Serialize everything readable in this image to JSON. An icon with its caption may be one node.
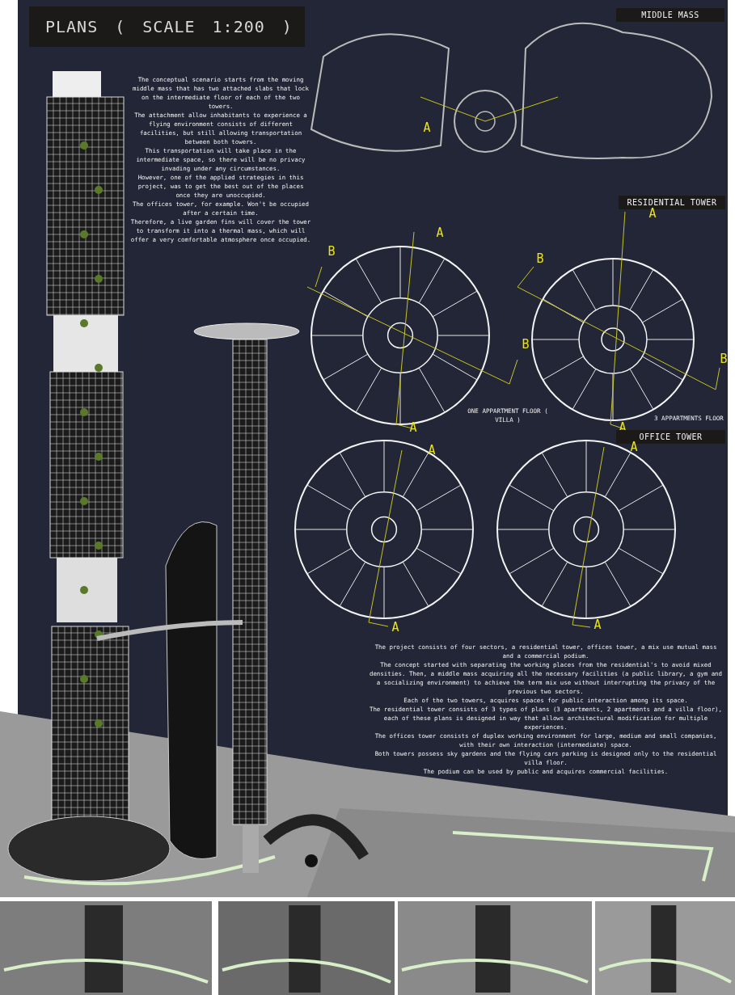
{
  "diagram": {
    "title": "PLANS ( SCALE 1:200 )",
    "labels": [
      "MIDDLE MASS",
      "The conceptual scenario starts from the moving middle mass that has two attached slabs that lock on the intermediate floor of each of the two towers.",
      "The attachment allow inhabitants to experience a flying environment consists of different facilities, but still allowing transportation between both towers.",
      "This transportation will take place in the intermediate space, so there will be no privacy invading under any circumstances.",
      "However, one of the applied strategies in this project, was to get the best out of the places once they are unoccupied.",
      "The offices tower, for example. Won't be occupied after a certain time.",
      "Therefore, a live garden fins will cover the tower to transform it into a thermal mass, which will offer a very comfortable atmosphere once occupied.",
      "A",
      "RESIDENTIAL TOWER",
      "A",
      "A",
      "B",
      "B",
      "B",
      "B",
      "3 APPARTMENTS FLOOR",
      "ONE APPARTMENT FLOOR ( VILLA )",
      "A",
      "A",
      "OFFICE TOWER",
      "A",
      "A",
      "A",
      "A",
      "The project consists of four sectors, a residential tower, offices tower, a mix use mutual mass and a commercial podium.",
      "The concept started with separating the working places from the residential's to avoid mixed densities. Then, a middle mass acquiring all the necessary facilities (a public library, a gym and a socializing environment) to achieve the term mix use without interrupting the privacy of the previous two sectors.",
      "Each of the two towers, acquires spaces for public interaction among its space.",
      "The residential tower consists of 3 types of plans (3 apartments, 2 apartments and a villa floor), each of these plans is designed in way that allows architectural modification for multiple experiences.",
      "The offices tower consists of duplex working environment for large, medium and small companies, with their own interaction (intermediate) space.",
      "Both towers possess sky gardens and the flying cars parking is designed only to the residential villa floor.",
      "The podium can be used by public and acquires commercial facilities."
    ]
  }
}
